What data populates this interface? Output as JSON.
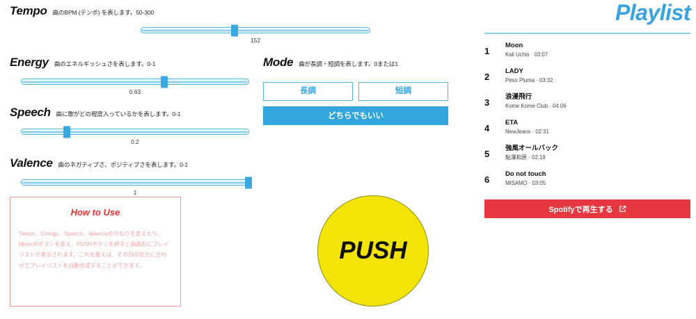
{
  "controls": [
    {
      "id": "tempo",
      "title": "Tempo",
      "description": "曲のBPM (テンポ) を表します。50-300",
      "value": "152",
      "percent": 41
    },
    {
      "id": "energy",
      "title": "Energy",
      "description": "曲のエネルギッシュさを表します。0-1",
      "value": "0.63",
      "percent": 63
    },
    {
      "id": "speech",
      "title": "Speech",
      "description": "曲に歌がどの程度入っているかを表します。0-1",
      "value": "0.2",
      "percent": 20
    },
    {
      "id": "valence",
      "title": "Valence",
      "description": "曲のネガティブさ、ポジティブさを表します。0-1",
      "value": "1",
      "percent": 100
    }
  ],
  "mode": {
    "title": "Mode",
    "description": "曲が長調・短調を表します。0または1",
    "major_label": "長調",
    "minor_label": "短調",
    "either_label": "どちらでもいい",
    "selected": "either"
  },
  "howto": {
    "heading": "How to Use",
    "body": "Tempo、Energy、Speech、Valenceのひねりを変えたり、Modeのボタンを変え、PUSHボタンを押すと画面右にプレイリストが表示されます。これを使えば、その日の気分に合わせてプレイリストを自動作成することができます。"
  },
  "push": {
    "label": "PUSH"
  },
  "playlist": {
    "title": "Playlist",
    "tracks": [
      {
        "number": "1",
        "name": "Moon",
        "sub": "Kali Uchis · 03:07"
      },
      {
        "number": "2",
        "name": "LADY",
        "sub": "Peso Pluma · 03:32"
      },
      {
        "number": "3",
        "name": "浪漫飛行",
        "sub": "Kome Kome Club · 04:06"
      },
      {
        "number": "4",
        "name": "ETA",
        "sub": "NewJeans · 02:31"
      },
      {
        "number": "5",
        "name": "強風オールバック",
        "sub": "鮎澤和原 · 02:19"
      },
      {
        "number": "6",
        "name": "Do not touch",
        "sub": "MISAMO · 03:05"
      }
    ],
    "spotify_label": "Spotifyで再生する"
  },
  "colors": {
    "accent_blue": "#32a5dc",
    "slider_blue": "#48b3e8",
    "spotify_red": "#e8383f",
    "push_yellow": "#f2e406",
    "howto_red": "#e8312f",
    "green_edge": "#a8cf8f"
  }
}
